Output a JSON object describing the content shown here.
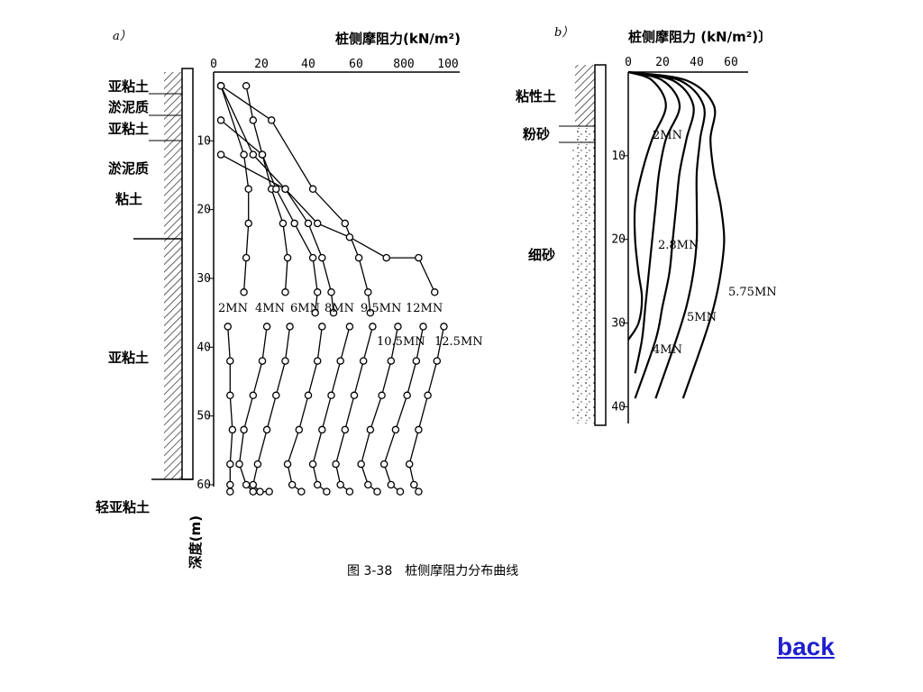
{
  "chart_data": [
    {
      "type": "line",
      "panel_label": "a）",
      "title": "桩侧摩阻力(kN/m²)",
      "x_tick_labels": [
        "0",
        "20",
        "40",
        "60",
        "800",
        "100"
      ],
      "y_tick_labels": [
        "10",
        "20",
        "30",
        "40",
        "50",
        "60"
      ],
      "y_axis_title": "深度(m)",
      "xlim": [
        0,
        100
      ],
      "ylim": [
        0,
        60
      ],
      "soil_layers": [
        "亚粘土",
        "淤泥质",
        "亚粘土",
        "淤泥质",
        "粘土",
        "亚粘土",
        "轻亚粘土"
      ],
      "series": [
        {
          "name": "2MN",
          "x": [
            2,
            12,
            14,
            14,
            13,
            12
          ],
          "depth": [
            2,
            12,
            17,
            22,
            27,
            32
          ]
        },
        {
          "name": "4MN",
          "x": [
            13,
            16,
            20,
            24,
            29,
            31,
            30
          ],
          "depth": [
            2,
            7,
            12,
            17,
            22,
            27,
            32
          ]
        },
        {
          "name": "6MN",
          "x": [
            2,
            20,
            26,
            34,
            42,
            44,
            43
          ],
          "depth": [
            7,
            12,
            17,
            22,
            27,
            32,
            35
          ]
        },
        {
          "name": "8MN",
          "x": [
            2,
            16,
            30,
            40,
            46,
            50,
            51
          ],
          "depth": [
            2,
            12,
            17,
            22,
            27,
            32,
            35
          ]
        },
        {
          "name": "9.5MN",
          "x": [
            2,
            24,
            42,
            56,
            62,
            66,
            67
          ],
          "depth": [
            2,
            7,
            17,
            22,
            27,
            32,
            35
          ]
        },
        {
          "name": "12MN",
          "x": [
            2,
            30,
            44,
            58,
            74,
            88,
            95
          ],
          "depth": [
            12,
            17,
            22,
            24,
            27,
            27,
            32
          ]
        },
        {
          "name": "10.5MN",
          "x": [
            5,
            6,
            6,
            7,
            6,
            6,
            6
          ],
          "depth": [
            37,
            42,
            47,
            52,
            57,
            60,
            61
          ]
        },
        {
          "name": "12.5MN",
          "x": [
            22,
            20,
            16,
            12,
            10,
            13,
            16
          ],
          "depth": [
            37,
            42,
            47,
            52,
            57,
            60,
            61
          ]
        }
      ],
      "extra_curves": [
        {
          "x": [
            32,
            30,
            26,
            22,
            18,
            16,
            19,
            23
          ],
          "depth": [
            37,
            42,
            47,
            52,
            57,
            60,
            61,
            61
          ]
        },
        {
          "x": [
            46,
            44,
            40,
            36,
            31,
            33,
            37
          ],
          "depth": [
            37,
            42,
            47,
            52,
            57,
            60,
            61
          ]
        },
        {
          "x": [
            58,
            54,
            50,
            46,
            42,
            44,
            48
          ],
          "depth": [
            37,
            42,
            47,
            52,
            57,
            60,
            61
          ]
        },
        {
          "x": [
            68,
            64,
            60,
            56,
            52,
            54,
            58
          ],
          "depth": [
            37,
            42,
            47,
            52,
            57,
            60,
            61
          ]
        },
        {
          "x": [
            79,
            76,
            72,
            67,
            63,
            66,
            70
          ],
          "depth": [
            37,
            42,
            47,
            52,
            57,
            60,
            61
          ]
        },
        {
          "x": [
            90,
            87,
            83,
            78,
            73,
            76,
            80
          ],
          "depth": [
            37,
            42,
            47,
            52,
            57,
            60,
            61
          ]
        },
        {
          "x": [
            99,
            96,
            92,
            88,
            84,
            86,
            88
          ],
          "depth": [
            37,
            42,
            47,
            52,
            57,
            60,
            61
          ]
        }
      ]
    },
    {
      "type": "line",
      "panel_label": "b）",
      "title": "桩侧摩阻力 (kN/m²)〕",
      "x_tick_labels": [
        "0",
        "20",
        "40",
        "60"
      ],
      "y_tick_labels": [
        "10",
        "20",
        "30",
        "40"
      ],
      "xlim": [
        0,
        70
      ],
      "ylim": [
        0,
        42
      ],
      "soil_layers": [
        "粘性土",
        "粉砂",
        "细砂"
      ],
      "series": [
        {
          "name": "2MN",
          "x": [
            0,
            14,
            22,
            14,
            8,
            4,
            4,
            6,
            8,
            6,
            0
          ],
          "depth": [
            0,
            1,
            4,
            8,
            12,
            16,
            20,
            24,
            27,
            30,
            32
          ]
        },
        {
          "name": "2.8MN",
          "x": [
            0,
            20,
            30,
            22,
            18,
            16,
            14,
            12,
            10,
            8,
            4
          ],
          "depth": [
            0,
            1,
            4,
            8,
            12,
            16,
            20,
            24,
            28,
            32,
            36
          ]
        },
        {
          "name": "4MN",
          "x": [
            0,
            26,
            38,
            34,
            30,
            28,
            26,
            24,
            20,
            16,
            4
          ],
          "depth": [
            0,
            1,
            4,
            8,
            12,
            16,
            20,
            24,
            28,
            32,
            39
          ]
        },
        {
          "name": "5MN",
          "x": [
            0,
            30,
            44,
            42,
            40,
            40,
            40,
            38,
            34,
            28,
            16
          ],
          "depth": [
            0,
            1,
            4,
            8,
            12,
            16,
            20,
            24,
            28,
            32,
            39
          ]
        },
        {
          "name": "5.75MN",
          "x": [
            0,
            34,
            50,
            48,
            50,
            54,
            56,
            54,
            50,
            44,
            32
          ],
          "depth": [
            0,
            1,
            4,
            8,
            12,
            16,
            20,
            24,
            28,
            32,
            39
          ]
        }
      ]
    }
  ],
  "caption": "图 3-38　桩侧摩阻力分布曲线",
  "nav": {
    "back_label": "back"
  }
}
